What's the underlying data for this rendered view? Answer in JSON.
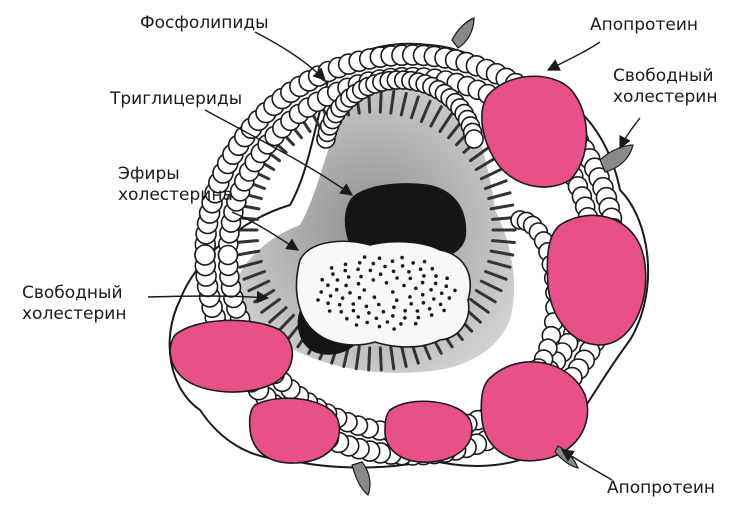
{
  "labels": {
    "phospholipids": "Фосфолипиды",
    "triglycerides": "Триглицериды",
    "cholesterol_esters_line1": "Эфиры",
    "cholesterol_esters_line2": "холестерина",
    "free_cholesterol_left_line1": "Свободный",
    "free_cholesterol_left_line2": "холестерин",
    "apoprotein_top": "Апопротеин",
    "free_cholesterol_right_line1": "Свободный",
    "free_cholesterol_right_line2": "холестерин",
    "apoprotein_bottom": "Апопротеин"
  },
  "colors": {
    "apoprotein": "#e8508a",
    "core_dark": "#151515",
    "ester_core": "#f8f8f8",
    "interior_gray": "#b8b8b8",
    "phospholipid_head": "#ffffff",
    "outline": "#1a1a1a"
  }
}
